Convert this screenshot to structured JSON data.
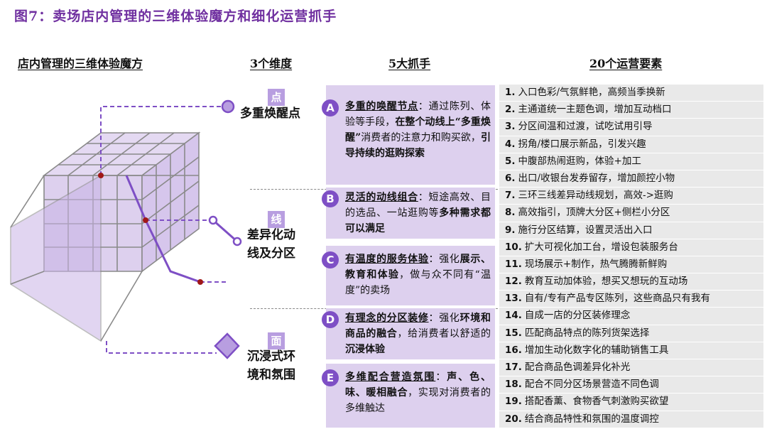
{
  "title": "图7：卖场店内管理的三维体验魔方和细化运营抓手",
  "headers": {
    "cube": "店内管理的三维体验魔方",
    "dimensions": "3个维度",
    "levers": "5大抓手",
    "elements": "20个运营要素"
  },
  "dimensions": [
    {
      "tag": "点",
      "lines": [
        "多重焕醒点"
      ]
    },
    {
      "tag": "线",
      "lines": [
        "差异化动",
        "线及分区"
      ]
    },
    {
      "tag": "面",
      "lines": [
        "沉浸式环",
        "境和氛围"
      ]
    }
  ],
  "levers": [
    {
      "badge": "A",
      "heading": "多重的唤醒节点",
      "rest": "：通过陈列、体验等手段，",
      "em": "在整个动线上“多重焕醒”",
      "tail": "消费者的注意力和购买欲，",
      "em2": "引导持续的逛购探索"
    },
    {
      "badge": "B",
      "heading": "灵活的动线组合",
      "rest": "：短途高效、目的选品、一站逛购等",
      "em": "多种需求都可以满足",
      "tail": "",
      "em2": ""
    },
    {
      "badge": "C",
      "heading": "有温度的服务体验",
      "rest": "：强化",
      "em": "展示、教育和体验",
      "tail": "，做与众不同有“温度”的卖场",
      "em2": ""
    },
    {
      "badge": "D",
      "heading": "有理念的分区装修",
      "rest": "：强化",
      "em": "环境和商品的融合",
      "tail": "，给消费者以舒适的",
      "em2": "沉浸体验"
    },
    {
      "badge": "E",
      "heading": "多维配合营造氛围",
      "rest": "：",
      "em": "声、色、味、暖相融合",
      "tail": "，实现对消费者的多维触达",
      "em2": ""
    }
  ],
  "elements": [
    {
      "num": "1.",
      "text": "入口色彩/气氛鲜艳，高频当季换新"
    },
    {
      "num": "2.",
      "text": "主通道统一主题色调，增加互动档口"
    },
    {
      "num": "3.",
      "text": "分区间温和过渡，试吃试用引导"
    },
    {
      "num": "4.",
      "text": "拐角/楼口展示新品，引发兴趣"
    },
    {
      "num": "5.",
      "text": "中腹部热闹逛购，体验+加工"
    },
    {
      "num": "6.",
      "text": "出口/收银台发券留存，增加颜控小物"
    },
    {
      "num": "7.",
      "text": "三环三线差异动线规划，高效->逛购"
    },
    {
      "num": "8.",
      "text": "高效指引，顶牌大分区+侧栏小分区"
    },
    {
      "num": "9.",
      "text": "施行分区结算，设置灵活出入口"
    },
    {
      "num": "10.",
      "text": "扩大可视化加工台，增设包装服务台"
    },
    {
      "num": "11.",
      "text": "现场展示+制作，热气腾腾新鲜购"
    },
    {
      "num": "12.",
      "text": "教育互动加体验，想买又想玩的互动场"
    },
    {
      "num": "13.",
      "text": "自有/专有产品专区陈列，这些商品只有我有"
    },
    {
      "num": "14.",
      "text": "自成一店的分区装修理念"
    },
    {
      "num": "15.",
      "text": "匹配商品特点的陈列货架选择"
    },
    {
      "num": "16.",
      "text": "增加生动化数字化的辅助销售工具"
    },
    {
      "num": "17.",
      "text": "配合商品色调差异化补光"
    },
    {
      "num": "18.",
      "text": "配合不同分区场景营造不同色调"
    },
    {
      "num": "19.",
      "text": "搭配香薰、食物香气刺激购买欲望"
    },
    {
      "num": "20.",
      "text": "结合商品特性和氛围的温度调控"
    }
  ],
  "colors": {
    "title": "#7030a0",
    "accent": "#7e4fc5",
    "lever_bg": "#ddd0ee",
    "element_bg": "#e9e9e9",
    "cube_face": "#ddd0ee",
    "marker": "#a01818"
  }
}
